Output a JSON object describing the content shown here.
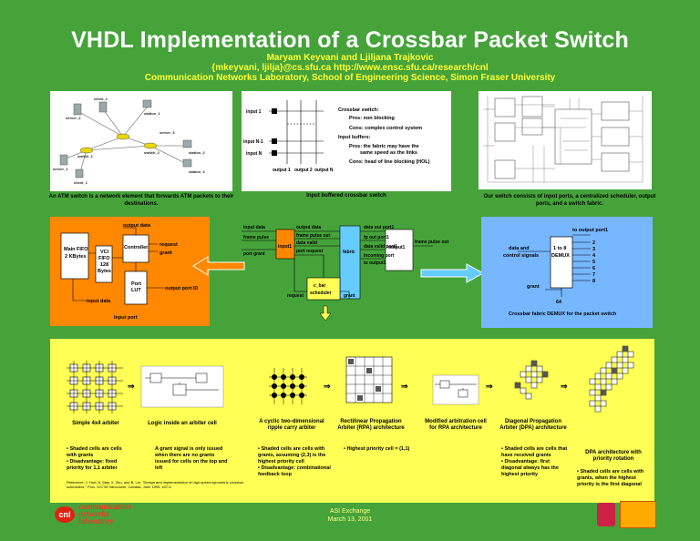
{
  "header": {
    "title": "VHDL Implementation of a Crossbar Packet Switch",
    "authors": "Maryam Keyvani and Ljiljana Trajkovic",
    "contact": "{mkeyvani, ljilja}@cs.sfu.ca   http://www.ensc.sfu.ca/research/cnl",
    "lab": "Communication Networks Laboratory, School of Engineering Science, Simon Fraser University"
  },
  "network": {
    "nodes": [
      "server_2",
      "client_2",
      "station_1",
      "station_2",
      "switch_1",
      "switch_2",
      "server_1",
      "client_1",
      "station_3",
      "server_3"
    ],
    "caption": "An ATM switch is a network element that forwards ATM packets to their destinations."
  },
  "crossbar": {
    "inputs": [
      "input 1",
      "input N-1",
      "input N"
    ],
    "outputs": [
      "output 1",
      "output 2",
      "output N"
    ],
    "notes": [
      "Crossbar switch:",
      "Pros: non blocking",
      "Cons: complex control system",
      "Input buffers:",
      "Pros: the fabric may have the",
      "same speed as the links",
      "Cons: head of line blocking (HOL)"
    ],
    "caption": "Input buffered crossbar switch"
  },
  "schematic": {
    "caption": "Our switch consists of input ports, a centralized scheduler, output ports, and a switch fabric."
  },
  "input_port": {
    "main_fifo": [
      "Main FIFO",
      "2 KBytes"
    ],
    "vci_fifo": [
      "VCI",
      "FIFO",
      "128",
      "Bytes"
    ],
    "controller": "Controller",
    "port_lut": [
      "Port",
      "LUT"
    ],
    "signals": [
      "output data",
      "request",
      "grant",
      "output port ID",
      "input data"
    ],
    "caption": "Input port"
  },
  "fabric_diagram": {
    "left_signals": [
      "input data",
      "frame pulse",
      "port grant"
    ],
    "input_block": "input1",
    "mid_signals": [
      "output data",
      "frame pulse out",
      "data valid",
      "port request"
    ],
    "fabric": "fabric",
    "right_signals": [
      "data out port1",
      "fp out port1",
      "data valid port1",
      "incoming port",
      "to output1"
    ],
    "output_block": "output1",
    "output_signal": "frame pulse out",
    "scheduler": [
      "c_bar",
      "scheduler"
    ],
    "sched_signals": [
      "request",
      "grant"
    ]
  },
  "demux": {
    "top_label": "to output port1",
    "block": [
      "1 to 8",
      "DEMUX"
    ],
    "inputs": [
      "data and",
      "control signals"
    ],
    "outputs": [
      "2",
      "3",
      "4",
      "5",
      "6",
      "7",
      "8"
    ],
    "grant": "grant",
    "bus": "64",
    "caption": "Crossbar fabric DEMUX for the packet switch"
  },
  "arbiters": {
    "captions": [
      "Simple 4x4 arbiter",
      "Logic inside an arbiter cell",
      "A cyclic two-dimensional ripple carry arbiter",
      "Rectilinear Propagation Arbiter (RPA) architecture",
      "Modified arbitration cell for RPA architecture",
      "Diagonal Propagation Arbiter (DPA) architecture",
      "DPA architecture with priority rotation"
    ],
    "notes": [
      [
        "• Shaded cells are cells",
        "  with grants",
        "• Disadvantage: fixed",
        "  priority for 1,1 arbiter"
      ],
      [
        "A grant signal is only issued",
        "when there are no grants",
        "issued for cells on the top and",
        "left"
      ],
      [
        "• Shaded cells are cells with",
        "grants, assuming (2,3) is the",
        "highest priority cell",
        "• Disadvantage: combinational",
        "feedback loop"
      ],
      [
        "• Highest priority cell = (1,1)"
      ],
      [
        "• Shaded cells are cells that",
        "  have received grants",
        "• Disadvantage: first",
        "  diagonal always has the",
        "  highest priority"
      ],
      [
        "• Shaded cells are cells with",
        "grants, when the highest",
        "priority is the  first diagonal"
      ]
    ],
    "reference": "Reference: J. Hurt, A. May, X. Zhu, and B. Lin, \"Design and implementation of high-speed symmetric crossbar schedulers,\" Proc. ICC'99 Vancouver, Canada, June 1999, s37-5."
  },
  "footer": {
    "event": "ASI Exchange",
    "date": "March 13, 2001",
    "logo_left": [
      "communication",
      "networks",
      "laboratory"
    ],
    "logo_left_mark": "cnl"
  },
  "colors": {
    "background": "#45a33a",
    "title": "#ffffff",
    "subtitle": "#ffff33",
    "orange": "#ff8800",
    "yellow": "#ffff55",
    "blue": "#77b7ff",
    "light_blue": "#66ccff"
  }
}
